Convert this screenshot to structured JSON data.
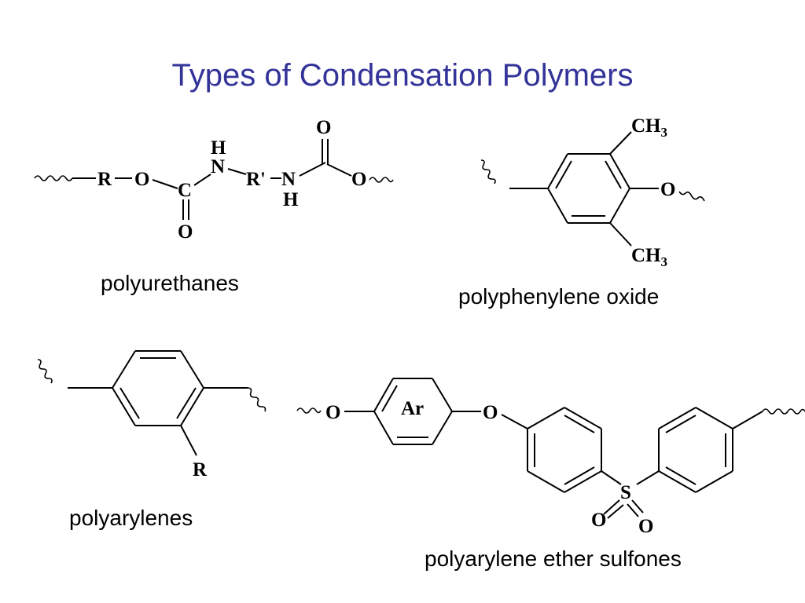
{
  "slide": {
    "title": "Types of Condensation Polymers"
  },
  "structures": {
    "polyurethanes": {
      "caption": "polyurethanes",
      "atoms": {
        "r": "R",
        "o1": "O",
        "c": "C",
        "o_dbl": "O",
        "h_top": "H",
        "n1": "N",
        "r_prime": "R'",
        "n2": "N",
        "h_bottom": "H",
        "c2_o_top": "O",
        "o2": "O"
      }
    },
    "polyphenylene_oxide": {
      "caption": "polyphenylene oxide",
      "atoms": {
        "ch3_top": "CH",
        "ch3_top_sub": "3",
        "o": "O",
        "ch3_bottom": "CH",
        "ch3_bottom_sub": "3"
      }
    },
    "polyarylenes": {
      "caption": "polyarylenes",
      "atoms": {
        "r": "R"
      }
    },
    "polyarylene_ether_sulfones": {
      "caption": "polyarylene ether sulfones",
      "atoms": {
        "o_left": "O",
        "ar": "Ar",
        "o_right": "O",
        "s": "S",
        "o_s_left": "O",
        "o_s_right": "O"
      }
    }
  }
}
